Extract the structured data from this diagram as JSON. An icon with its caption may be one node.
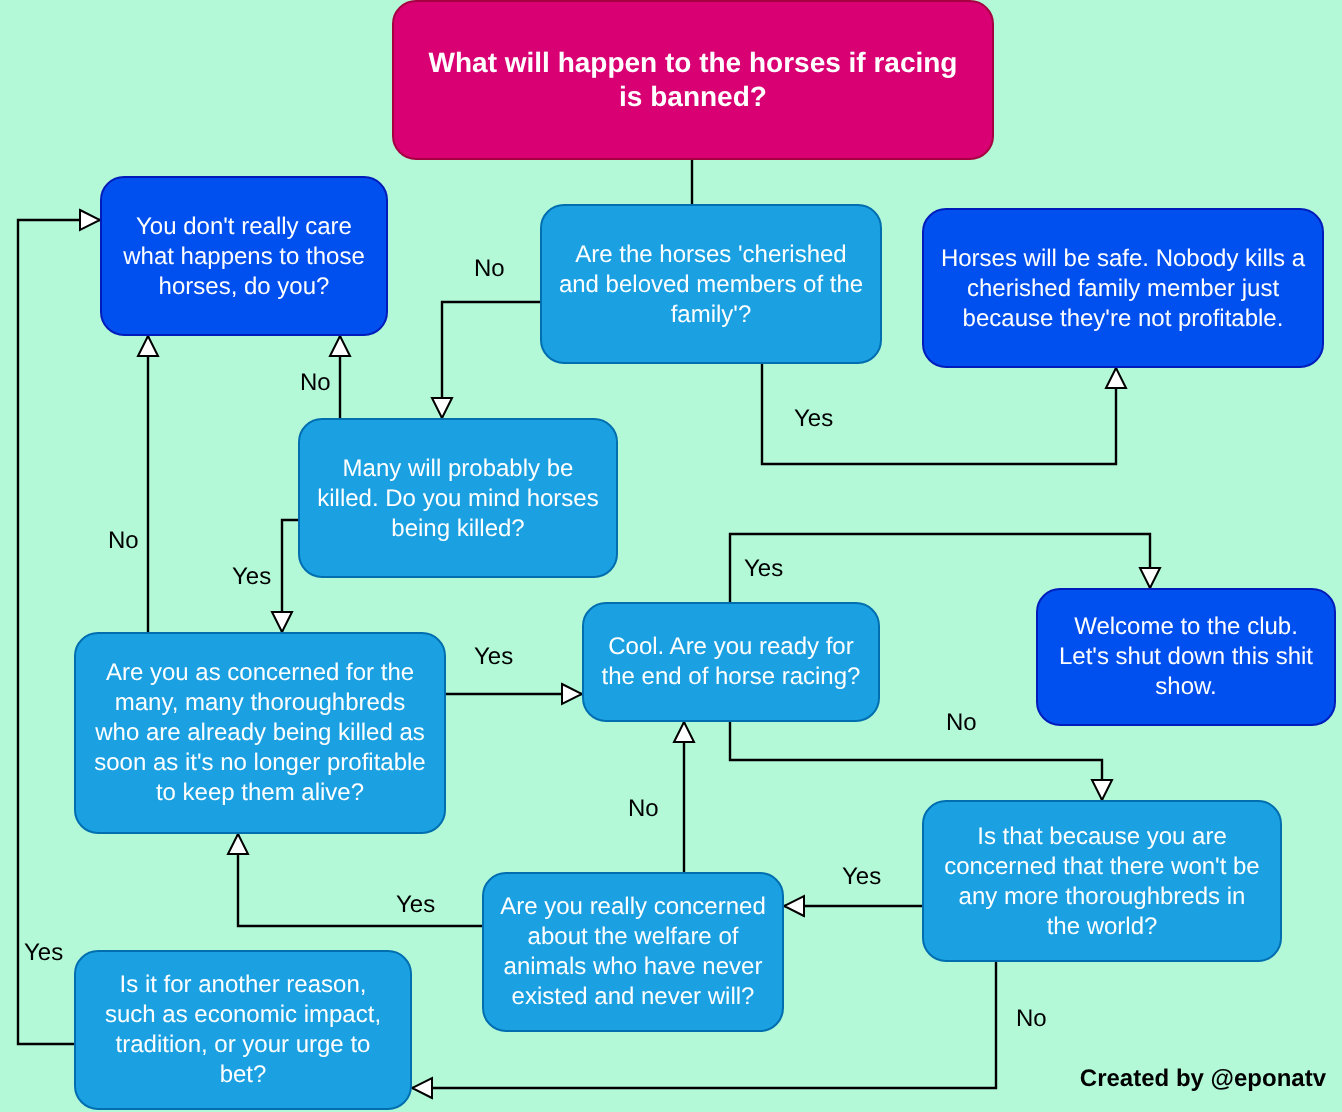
{
  "diagram": {
    "nodes": [
      {
        "text": [
          "What will happen to the horses if racing is banned?"
        ]
      },
      {
        "text": [
          "You don't really care what happens to those horses, do you?"
        ]
      },
      {
        "text": [
          "Are the horses 'cherished and beloved members of the family'?"
        ]
      },
      {
        "text": [
          "Horses will be safe. Nobody kills a cherished family member just because they're not profitable."
        ]
      },
      {
        "text": [
          "Many will probably be killed. Do you mind horses being killed?"
        ]
      },
      {
        "text": [
          "Are you as concerned for the many, many thoroughbreds who are already being killed as soon as it's no longer profitable to keep them alive?"
        ]
      },
      {
        "text": [
          "Cool. Are you ready for the end of horse racing?"
        ]
      },
      {
        "text": [
          "Welcome to the club. Let's shut down this shit show."
        ]
      },
      {
        "text": [
          "Is that because you are concerned that there won't be any more thoroughbreds in the world?"
        ]
      },
      {
        "text": [
          "Are you really concerned about the welfare of animals who have never existed and never will?"
        ]
      },
      {
        "text": [
          "Is it for another reason, such as economic impact, tradition, or your urge to bet?"
        ]
      }
    ],
    "edges": [
      {
        "from": 0,
        "to": 2,
        "arrow": "none"
      },
      {
        "from": 2,
        "to": 4,
        "arrow": "to",
        "label": "No"
      },
      {
        "from": 2,
        "to": 3,
        "arrow": "to",
        "label": "Yes"
      },
      {
        "from": 4,
        "to": 1,
        "arrow": "to",
        "label": "No"
      },
      {
        "from": 4,
        "to": 5,
        "arrow": "to",
        "label": "Yes"
      },
      {
        "from": 5,
        "to": 1,
        "arrow": "to",
        "label": "No"
      },
      {
        "from": 5,
        "to": 6,
        "arrow": "to",
        "label": "Yes"
      },
      {
        "from": 6,
        "to": 7,
        "arrow": "to",
        "label": "Yes"
      },
      {
        "from": 6,
        "to": 8,
        "arrow": "to",
        "label": "No"
      },
      {
        "from": 8,
        "to": 9,
        "arrow": "to",
        "label": "Yes"
      },
      {
        "from": 9,
        "to": 6,
        "arrow": "to",
        "label": "No"
      },
      {
        "from": 9,
        "to": 5,
        "arrow": "to",
        "label": "Yes"
      },
      {
        "from": 8,
        "to": 10,
        "arrow": "to",
        "label": "No"
      },
      {
        "from": 10,
        "to": 1,
        "arrow": "to",
        "label": "Yes"
      }
    ],
    "labels": [
      "Created by @eponatv"
    ]
  }
}
